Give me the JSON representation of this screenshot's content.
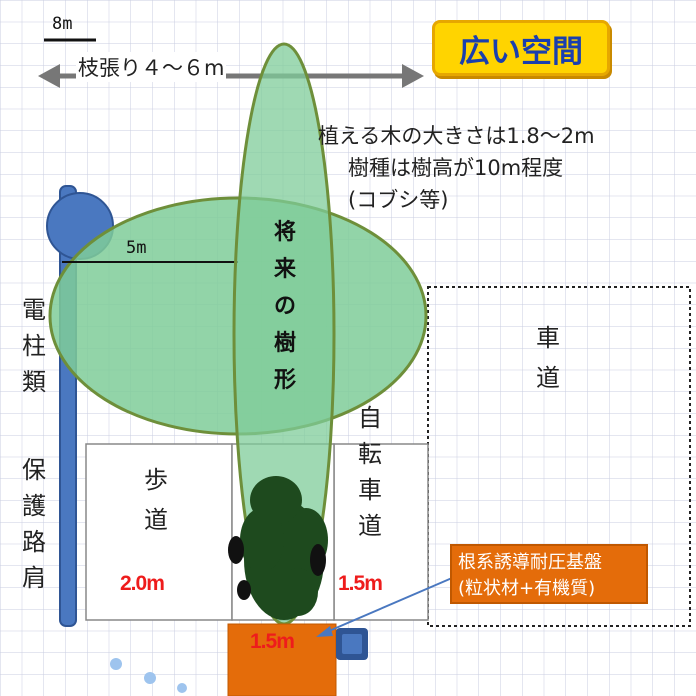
{
  "scale_label": "8m",
  "spread_label": "枝張り４～６m",
  "title": "広い空間",
  "info": {
    "line1": "植える木の大きさは1.8～2m",
    "line2": "樹種は樹高が10m程度",
    "line3": "(コブシ等)"
  },
  "crown_radius_label": "5m",
  "future_shape_label": [
    "将",
    "来",
    "の",
    "樹",
    "形"
  ],
  "pole_label": [
    "電",
    "柱",
    "類"
  ],
  "shoulder_label": [
    "保",
    "護",
    "路",
    "肩"
  ],
  "sidewalk_label": [
    "歩",
    "道"
  ],
  "bike_lane_label": [
    "自",
    "転",
    "車",
    "道"
  ],
  "roadway_label": [
    "車",
    "道"
  ],
  "sidewalk_width": "2.0m",
  "bike_lane_width": "1.5m",
  "planting_width": "1.5m",
  "root_box": {
    "line1": "根系誘導耐圧基盤",
    "line2": "(粒状材+有機質)"
  },
  "colors": {
    "grid": "#c9cde0",
    "crown_fill": "#7fcc99",
    "crown_stroke": "#6e8f3a",
    "pole": "#4a78c0",
    "planting": "#e46c0a",
    "title_bg": "#ffd400",
    "title_text": "#1a3fae",
    "width_text": "#ee1c1c"
  }
}
